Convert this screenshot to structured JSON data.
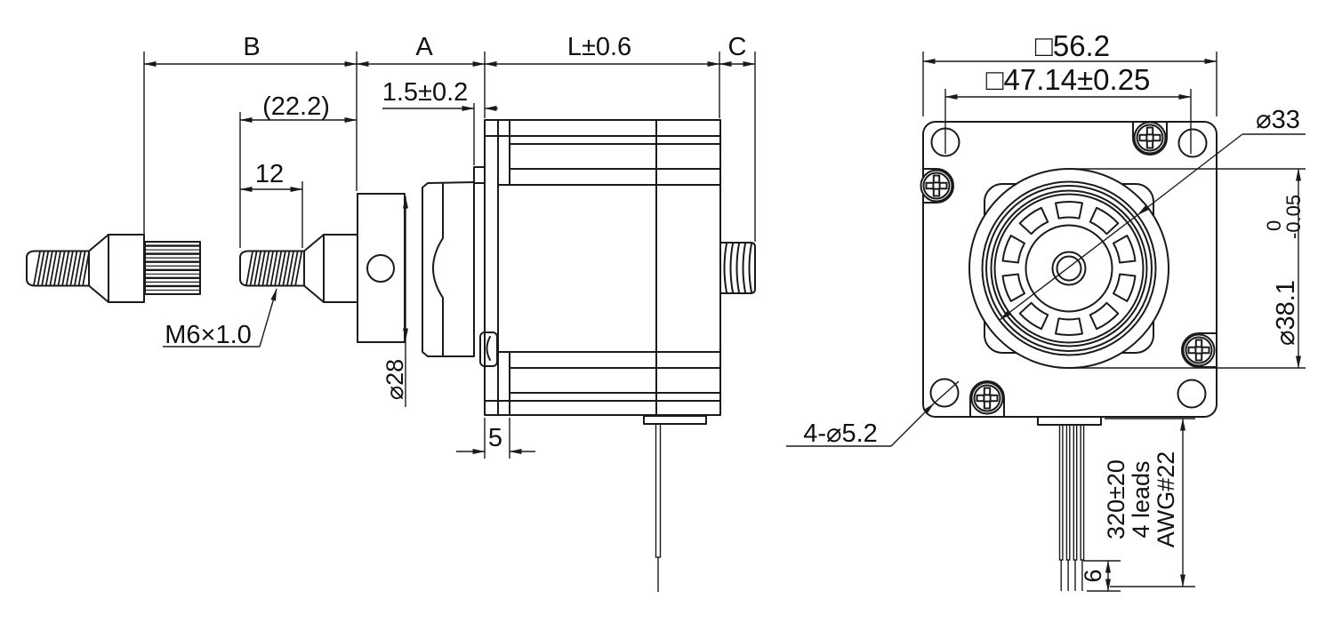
{
  "drawing": {
    "type": "engineering-drawing",
    "line_color": "#1a1a1a",
    "background": "#ffffff",
    "side_view": {
      "dim_b": "B",
      "dim_a": "A",
      "dim_l": "L±0.6",
      "dim_c": "C",
      "dim_22": "(22.2)",
      "dim_12": "12",
      "dim_15": "1.5±0.2",
      "thread_label": "M6×1.0",
      "shaft_dia": "⌀28",
      "pilot_step": "5"
    },
    "front_view": {
      "square": "□56.2",
      "hole_pitch": "□47.14±0.25",
      "boss_dia": "⌀33",
      "pilot_dia": "⌀38.1",
      "pilot_tol_hi": "0",
      "pilot_tol_lo": "-0.05",
      "mount_holes": "4-⌀5.2",
      "lead_length": "320±20",
      "lead_count": "4 leads",
      "lead_gauge": "AWG#22",
      "strip_length": "6"
    }
  }
}
